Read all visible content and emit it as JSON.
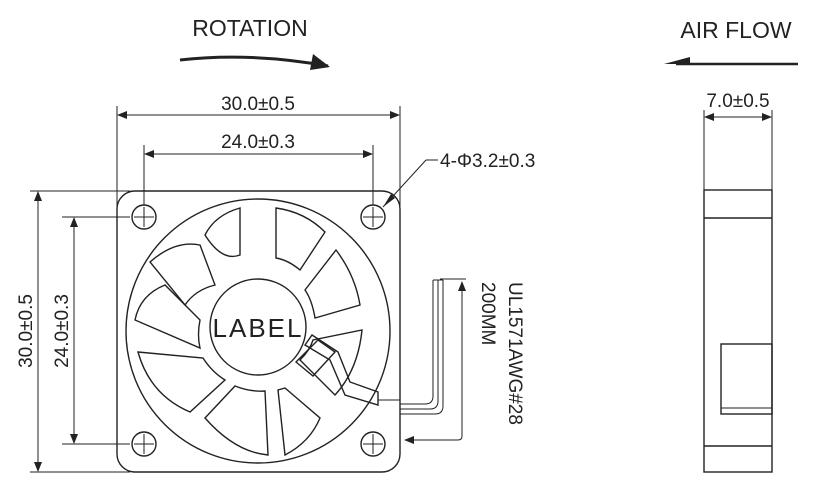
{
  "headings": {
    "rotation": "ROTATION",
    "air_flow": "AIR FLOW"
  },
  "front_view": {
    "width_dim": "30.0±0.5",
    "hole_pitch_x": "24.0±0.3",
    "height_dim": "30.0±0.5",
    "hole_pitch_y": "24.0±0.3",
    "hole_spec": "4-Φ3.2±0.3",
    "hub_label": "LABEL"
  },
  "side_view": {
    "thickness_dim": "7.0±0.5"
  },
  "cable": {
    "spec_line1": "UL1571AWG#28",
    "spec_line2": "200MM"
  }
}
